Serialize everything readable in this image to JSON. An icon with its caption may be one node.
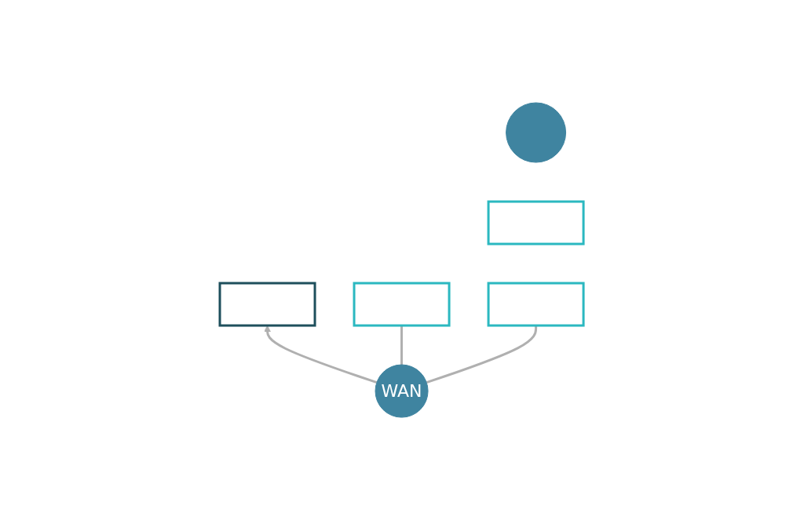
{
  "diagram": {
    "nodes": [
      {
        "text": [],
        "shape": "box"
      },
      {
        "text": [
          "WAN"
        ]
      },
      {
        "text": [],
        "shape": "box"
      },
      {
        "text": [],
        "shape": "box"
      },
      {
        "text": [],
        "shape": "circle"
      },
      {
        "text": [],
        "shape": "box"
      }
    ],
    "edges": [
      {
        "from": 1,
        "to": 0,
        "arrow": "to"
      },
      {
        "from": 1,
        "to": 2,
        "arrow": "none"
      },
      {
        "from": 1,
        "to": 3,
        "arrow": "none"
      }
    ]
  }
}
